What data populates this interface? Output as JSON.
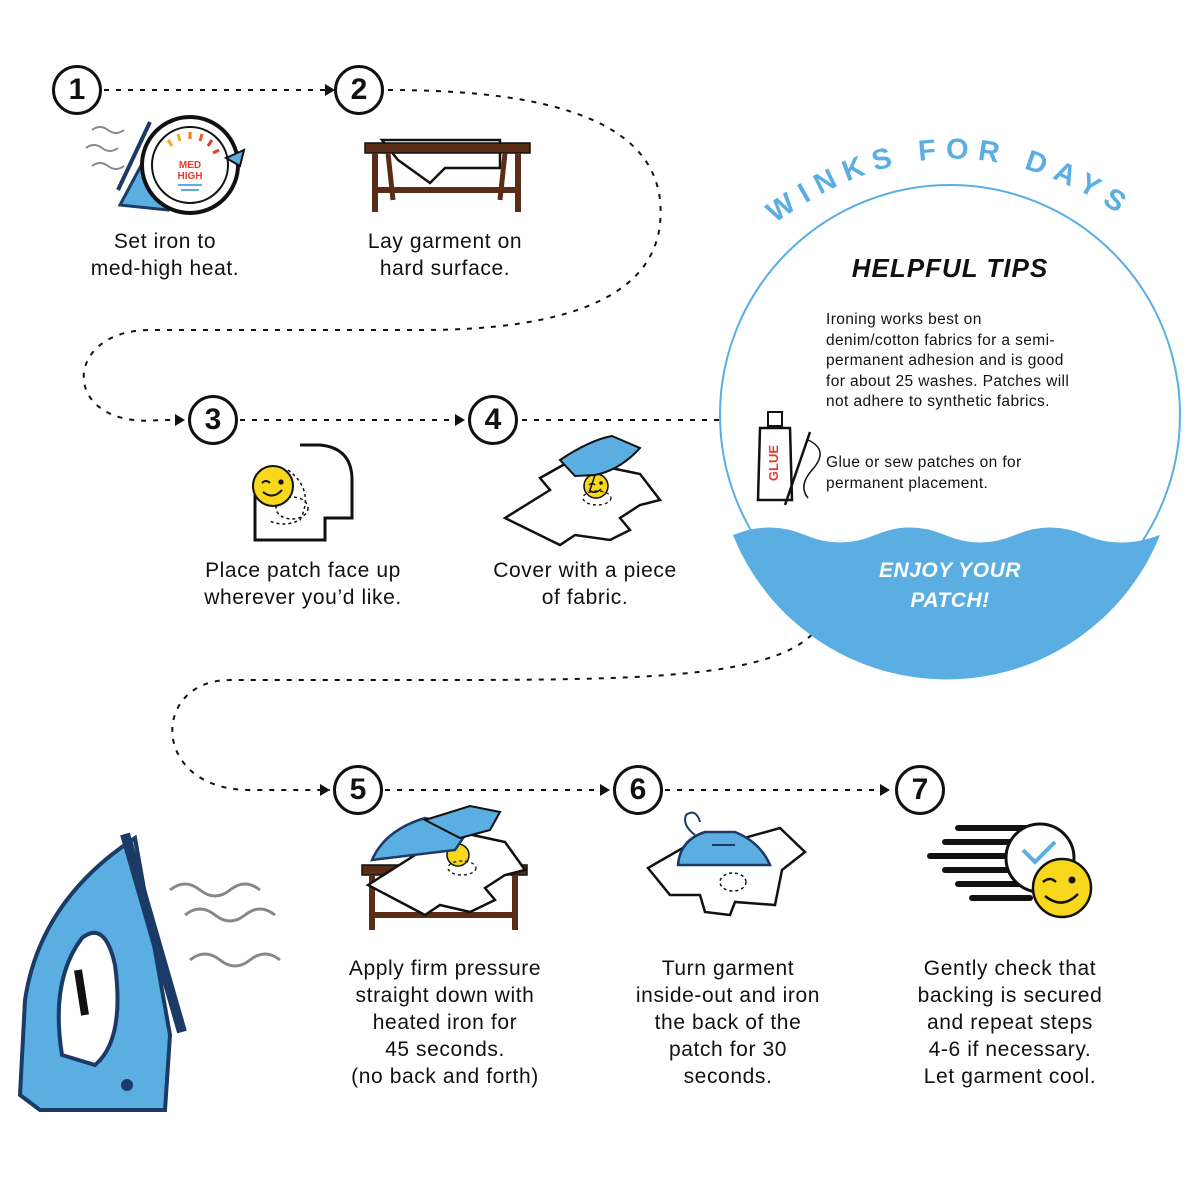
{
  "brand": {
    "arc_title": "WINKS FOR DAYS"
  },
  "steps": [
    {
      "number": "1",
      "text": "Set iron to\nmed-high heat."
    },
    {
      "number": "2",
      "text": "Lay garment on\nhard surface."
    },
    {
      "number": "3",
      "text": "Place patch face up\nwherever you’d like."
    },
    {
      "number": "4",
      "text": "Cover with a piece\nof fabric."
    },
    {
      "number": "5",
      "text": "Apply firm pressure\nstraight down with\nheated iron for\n45 seconds.\n(no back and forth)"
    },
    {
      "number": "6",
      "text": "Turn garment\ninside-out and iron\nthe back of the\npatch for 30\nseconds."
    },
    {
      "number": "7",
      "text": "Gently check that\nbacking is secured\nand repeat steps\n4-6 if necessary.\nLet garment cool."
    }
  ],
  "dial": {
    "line1": "MED",
    "line2": "HIGH"
  },
  "tips": {
    "title": "HELPFUL TIPS",
    "paragraph1": "Ironing works best on denim/cotton fabrics for a semi-permanent adhesion and is good for about 25 washes. Patches will not adhere to synthetic fabrics.",
    "paragraph2": "Glue or sew patches on for permanent placement.",
    "glue_label": "GLUE",
    "footer": "ENJOY YOUR\nPATCH!"
  },
  "icons": [
    "iron-icon",
    "temperature-dial-icon",
    "table-icon",
    "garment-icon",
    "wink-emoji-icon",
    "fabric-icon",
    "glue-tube-icon",
    "needle-thread-icon",
    "clock-icon",
    "speed-lines-icon"
  ],
  "colors": {
    "accent_blue": "#5aaee2",
    "dark_navy": "#1c3a66",
    "wood_brown": "#5a2e16",
    "emoji_yellow": "#f7d81c",
    "ink": "#111111"
  }
}
